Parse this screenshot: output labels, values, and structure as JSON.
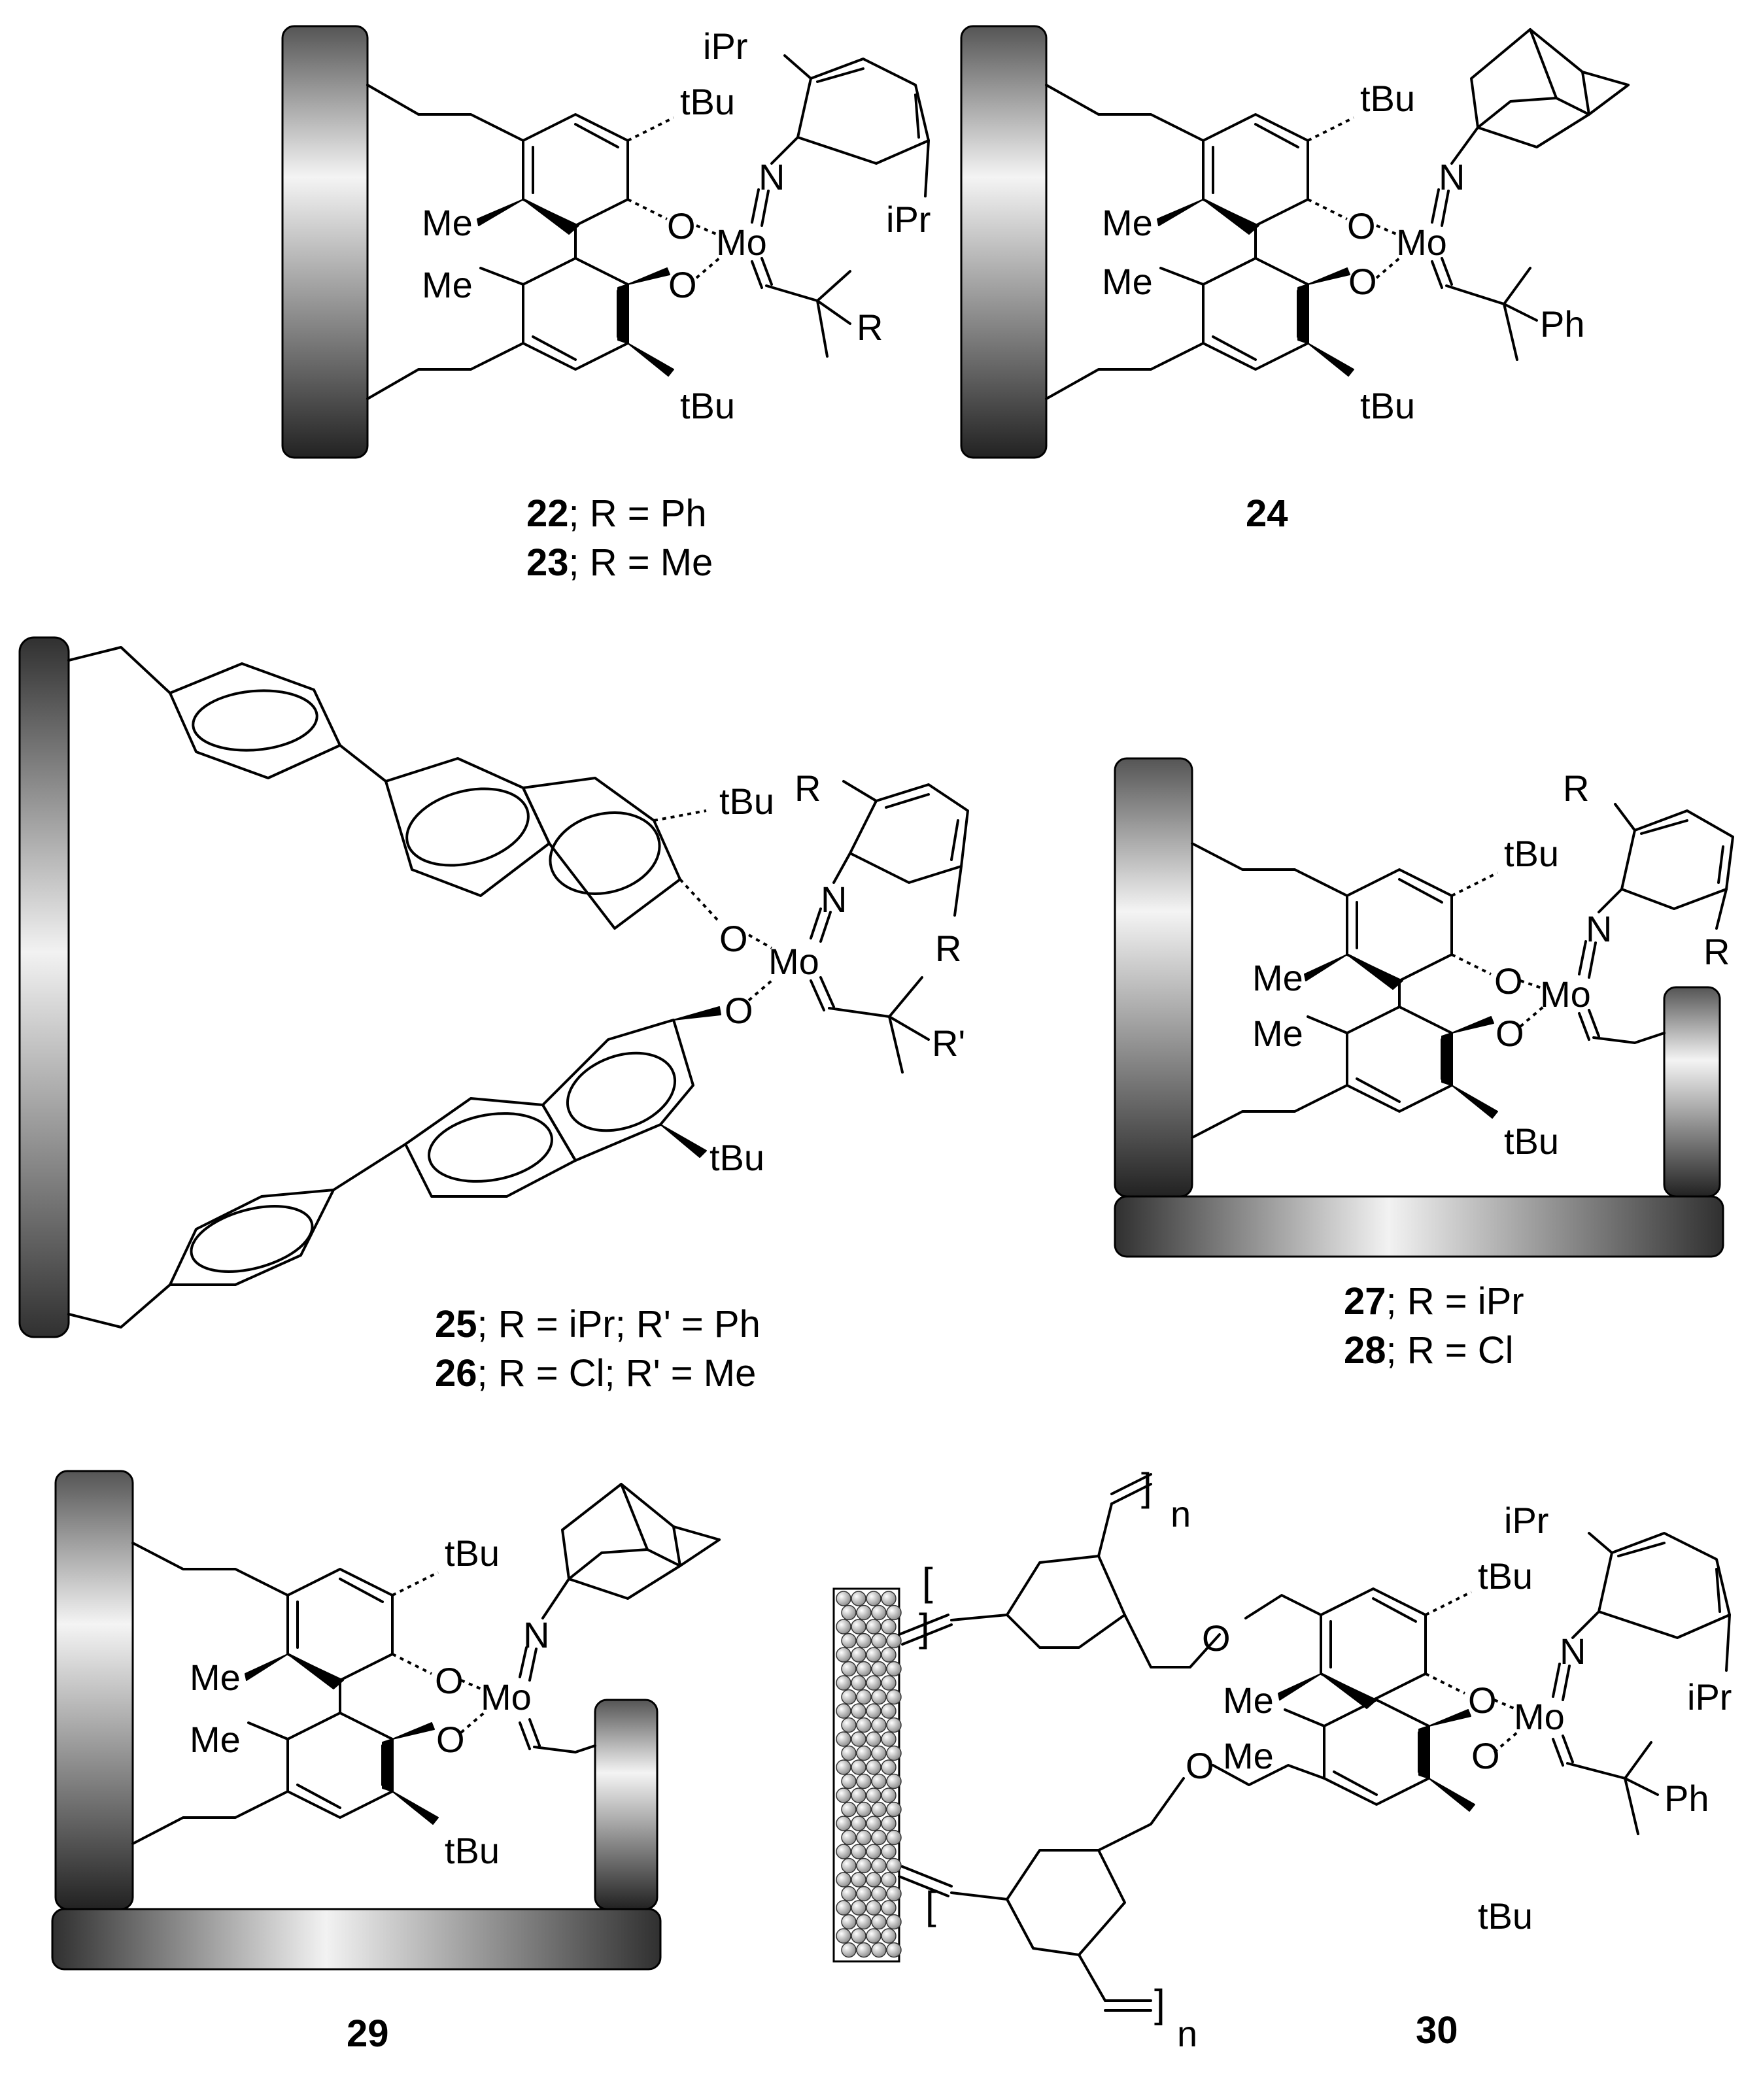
{
  "labels": {
    "iPr": "iPr",
    "tBu": "tBu",
    "N": "N",
    "O": "O",
    "Mo": "Mo",
    "Me": "Me",
    "R": "R",
    "Rp": "R'",
    "Ph": "Ph",
    "n": "n"
  },
  "captions": {
    "c22": {
      "num": "22",
      "rest": "; R = Ph"
    },
    "c23": {
      "num": "23",
      "rest": "; R = Me"
    },
    "c24": {
      "num": "24",
      "rest": ""
    },
    "c25": {
      "num": "25",
      "rest": "; R = iPr; R' = Ph"
    },
    "c26": {
      "num": "26",
      "rest": "; R = Cl; R' = Me"
    },
    "c27": {
      "num": "27",
      "rest": "; R = iPr"
    },
    "c28": {
      "num": "28",
      "rest": "; R = Cl"
    },
    "c29": {
      "num": "29",
      "rest": ""
    },
    "c30": {
      "num": "30",
      "rest": ""
    }
  },
  "colors": {
    "bar_dark": "#303030",
    "bar_light": "#f2f2f2",
    "sphere": "#b0b0b0"
  }
}
